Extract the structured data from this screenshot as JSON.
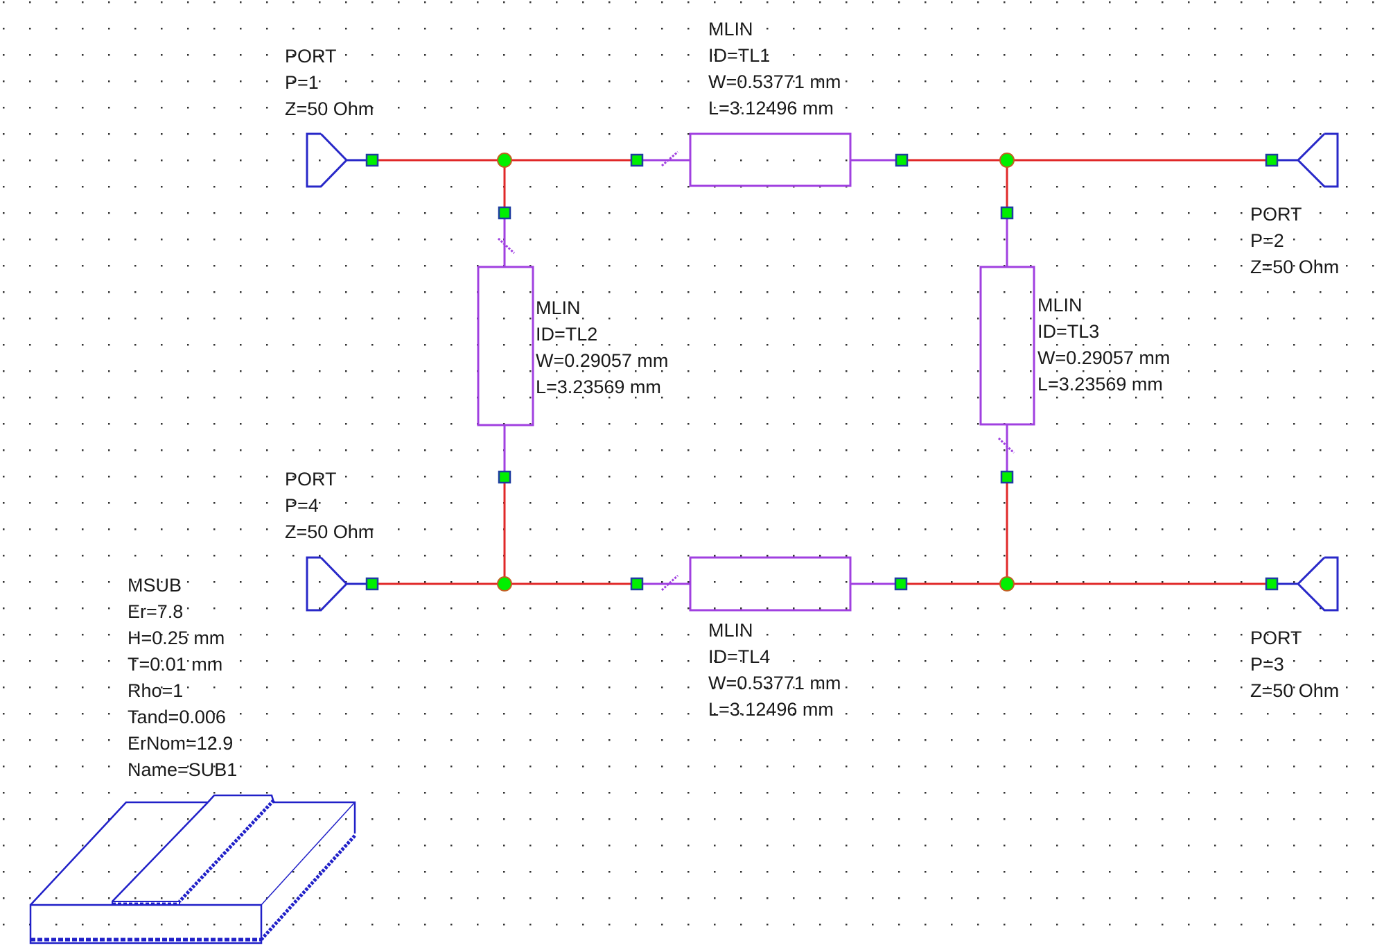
{
  "schematic": {
    "colors": {
      "wire": "#e02828",
      "line": "#a040e0",
      "port": "#2828c8",
      "node_fill": "#00f000",
      "node_border": "#1e3ca0",
      "grid": "#333333",
      "substrate": "#2020c8"
    },
    "ports": [
      {
        "id": "port-1",
        "lines": [
          "PORT",
          "P=1",
          "Z=50 Ohm"
        ]
      },
      {
        "id": "port-2",
        "lines": [
          "PORT",
          "P=2",
          "Z=50 Ohm"
        ]
      },
      {
        "id": "port-3",
        "lines": [
          "PORT",
          "P=3",
          "Z=50 Ohm"
        ]
      },
      {
        "id": "port-4",
        "lines": [
          "PORT",
          "P=4",
          "Z=50 Ohm"
        ]
      }
    ],
    "lines": [
      {
        "id": "TL1",
        "lines": [
          "MLIN",
          "ID=TL1",
          "W=0.53771 mm",
          "L=3.12496 mm"
        ]
      },
      {
        "id": "TL2",
        "lines": [
          "MLIN",
          "ID=TL2",
          "W=0.29057 mm",
          "L=3.23569 mm"
        ]
      },
      {
        "id": "TL3",
        "lines": [
          "MLIN",
          "ID=TL3",
          "W=0.29057 mm",
          "L=3.23569 mm"
        ]
      },
      {
        "id": "TL4",
        "lines": [
          "MLIN",
          "ID=TL4",
          "W=0.53771 mm",
          "L=3.12496 mm"
        ]
      }
    ],
    "substrate": {
      "lines": [
        "MSUB",
        "Er=7.8",
        "H=0.25 mm",
        "T=0.01 mm",
        "Rho=1",
        "Tand=0.006",
        "ErNom=12.9",
        "Name=SUB1"
      ]
    }
  }
}
